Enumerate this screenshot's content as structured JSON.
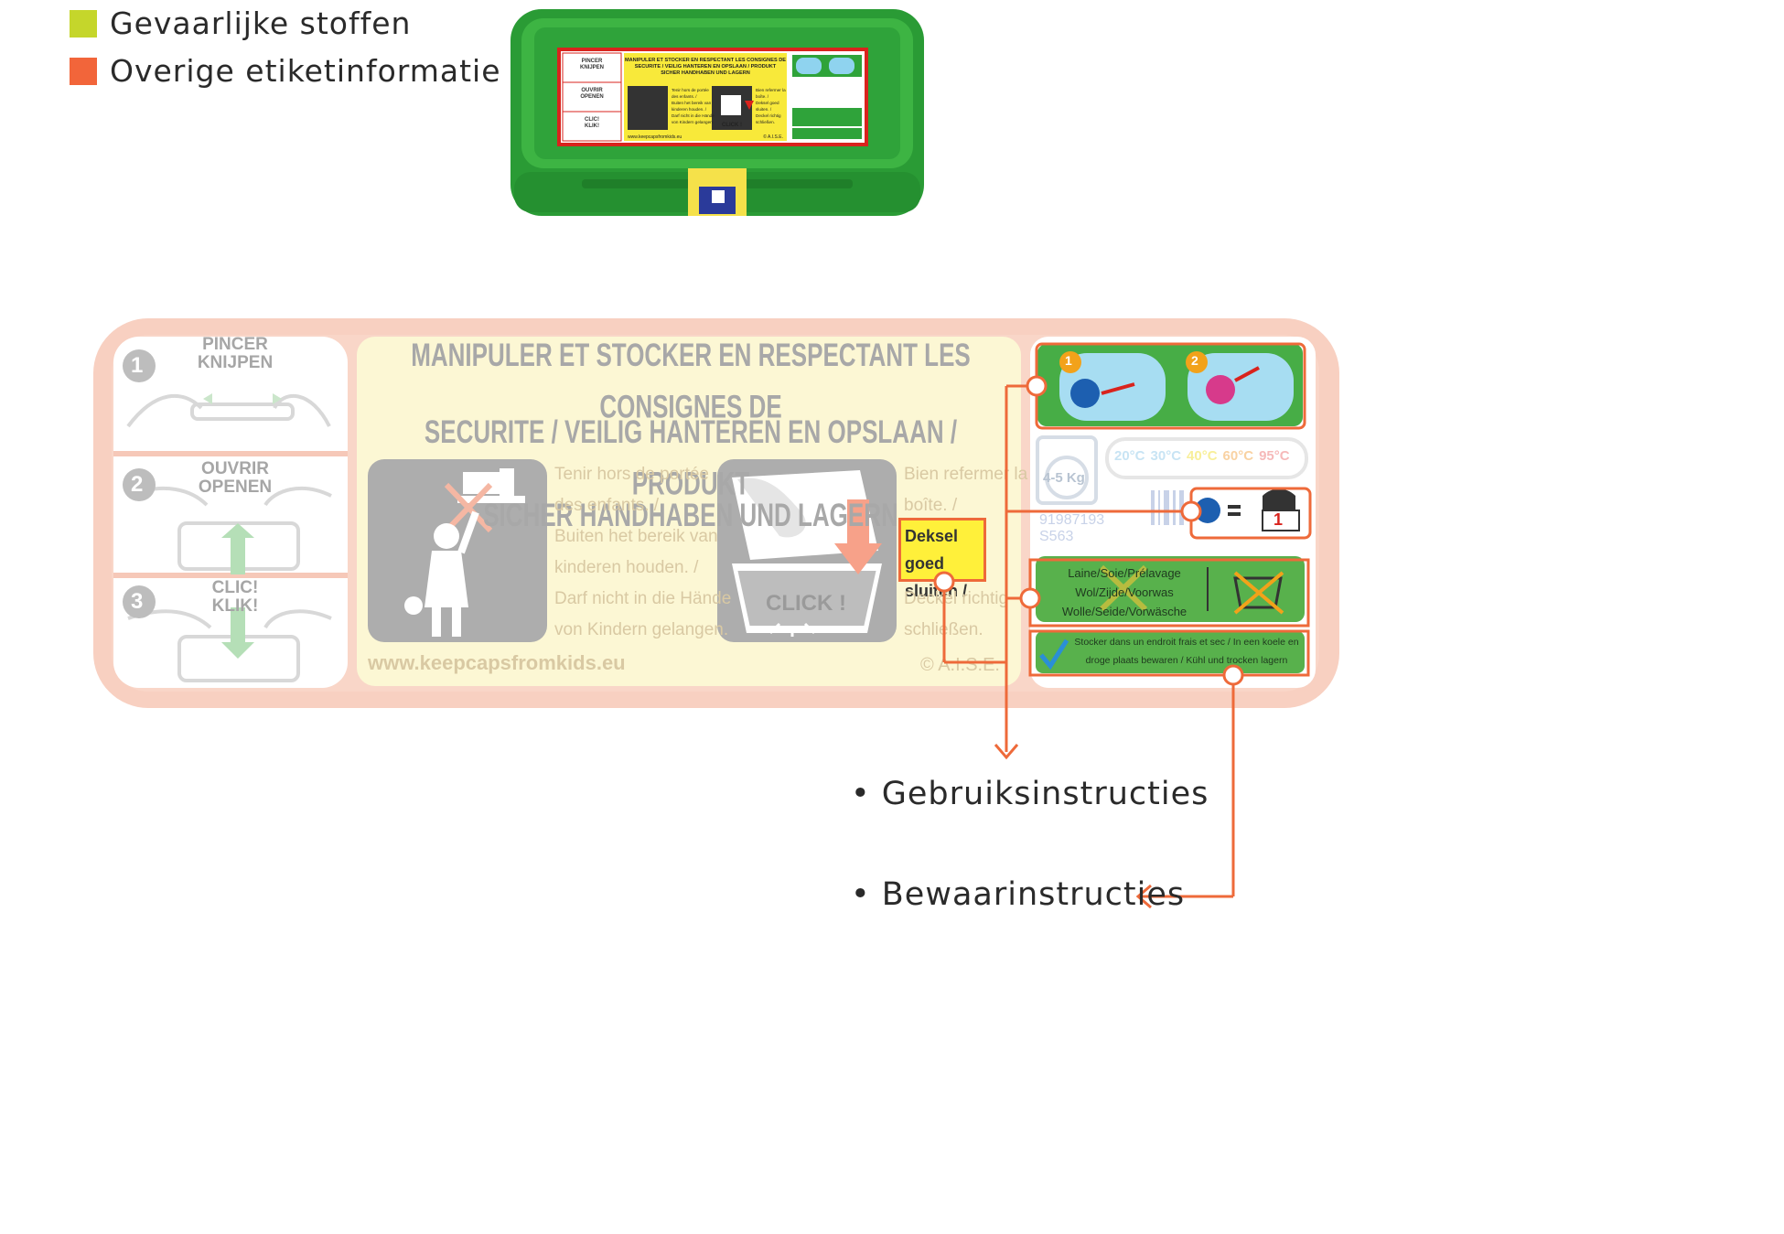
{
  "legend": [
    {
      "label": "Gevaarlijke stoffen",
      "color": "#c5d62b"
    },
    {
      "label": "Overige etiketinformatie",
      "color": "#f2653a"
    }
  ],
  "small_label": {
    "steps": [
      "PINCER\nKNIJPEN",
      "OUVRIR\nOPENEN",
      "CLIC!\nKLIK!"
    ],
    "title": "MANIPULER ET STOCKER EN RESPECTANT LES CONSIGNES DE SECURITE / VEILIG HANTEREN EN OPSLAAN / PRODUKT SICHER HANDHABEN UND LAGERN",
    "left_text": "Tenir hors de portée des enfants. / Buiten het bereik van kinderen houden. / Darf nicht in die Hände von Kindern gelangen.",
    "right_text": "Bien refermer la boîte. / Deksel goed sluiten. / Deckel richtig schließen.",
    "click": "CLICK !",
    "url": "www.keepcapsfromkids.eu",
    "aise": "© A.I.S.E."
  },
  "big_label": {
    "steps": [
      {
        "num": "1",
        "line1": "PINCER",
        "line2": "KNIJPEN"
      },
      {
        "num": "2",
        "line1": "OUVRIR",
        "line2": "OPENEN"
      },
      {
        "num": "3",
        "line1": "CLIC!",
        "line2": "KLIK!"
      }
    ],
    "title_lines": [
      "MANIPULER ET STOCKER EN RESPECTANT LES CONSIGNES DE",
      "SECURITE / VEILIG HANTEREN EN OPSLAAN / PRODUKT",
      "SICHER HANDHABEN UND LAGERN"
    ],
    "left_text_lines": [
      "Tenir hors de portée",
      "des enfants. /",
      "Buiten het bereik van",
      "kinderen houden. /",
      "Darf nicht in die Hände",
      "von Kindern gelangen."
    ],
    "right_text_top": [
      "Bien refermer la",
      "boîte. /"
    ],
    "highlight_lines": [
      "Deksel goed",
      "sluiten /"
    ],
    "right_text_bottom": [
      "Deckel richtig",
      "schließen."
    ],
    "click": "CLICK !",
    "url": "www.keepcapsfromkids.eu",
    "aise": "© A.I.S.E.",
    "dose_numbers": [
      "1",
      "2"
    ],
    "load": "4-5 Kg",
    "temperatures": [
      "20°C",
      "30°C",
      "40°C",
      "60°C",
      "95°C"
    ],
    "codes": [
      "91987193",
      "S563"
    ],
    "equals_count": "1",
    "fabric_lines": [
      "Laine/Soie/Prélavage",
      "Wol/Zijde/Voorwas",
      "Wolle/Seide/Vorwäsche"
    ],
    "storage_lines": [
      "Stocker dans un endroit frais et sec / In een koele en",
      "droge plaats bewaren / Kühl und trocken lagern"
    ]
  },
  "callouts": [
    {
      "label": "Gebruiksinstructies"
    },
    {
      "label": "Bewaarinstructies"
    }
  ],
  "colors": {
    "accent": "#ee6a3a",
    "box_green": "#2fa33a",
    "faded_red": "#f6c8b8",
    "faded_yellow": "#fcf7d4",
    "highlight_yellow": "#fff03a"
  }
}
